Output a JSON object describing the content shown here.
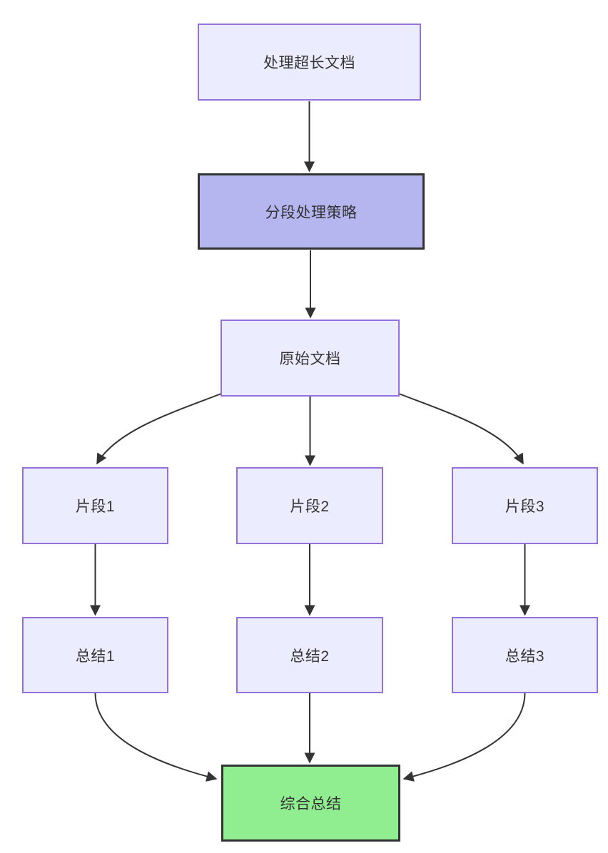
{
  "diagram": {
    "type": "flowchart",
    "direction": "top-down",
    "nodes": [
      {
        "id": "A",
        "label": "处理超长文档",
        "style": "default"
      },
      {
        "id": "B",
        "label": "分段处理策略",
        "style": "highlight"
      },
      {
        "id": "C",
        "label": "原始文档",
        "style": "default"
      },
      {
        "id": "D1",
        "label": "片段1",
        "style": "default"
      },
      {
        "id": "D2",
        "label": "片段2",
        "style": "default"
      },
      {
        "id": "D3",
        "label": "片段3",
        "style": "default"
      },
      {
        "id": "E1",
        "label": "总结1",
        "style": "default"
      },
      {
        "id": "E2",
        "label": "总结2",
        "style": "default"
      },
      {
        "id": "E3",
        "label": "总结3",
        "style": "default"
      },
      {
        "id": "F",
        "label": "综合总结",
        "style": "success"
      }
    ],
    "edges": [
      {
        "from": "处理超长文档",
        "to": "分段处理策略"
      },
      {
        "from": "分段处理策略",
        "to": "原始文档"
      },
      {
        "from": "原始文档",
        "to": "片段1"
      },
      {
        "from": "原始文档",
        "to": "片段2"
      },
      {
        "from": "原始文档",
        "to": "片段3"
      },
      {
        "from": "片段1",
        "to": "总结1"
      },
      {
        "from": "片段2",
        "to": "总结2"
      },
      {
        "from": "片段3",
        "to": "总结3"
      },
      {
        "from": "总结1",
        "to": "综合总结"
      },
      {
        "from": "总结2",
        "to": "综合总结"
      },
      {
        "from": "总结3",
        "to": "综合总结"
      }
    ],
    "colors": {
      "background": "#ffffff",
      "node_fill": "#ececff",
      "node_border": "#9370db",
      "highlight_fill": "#b5b5f0",
      "success_fill": "#90ee90",
      "strong_border": "#333333",
      "arrow": "#333333",
      "text": "#333333"
    }
  }
}
